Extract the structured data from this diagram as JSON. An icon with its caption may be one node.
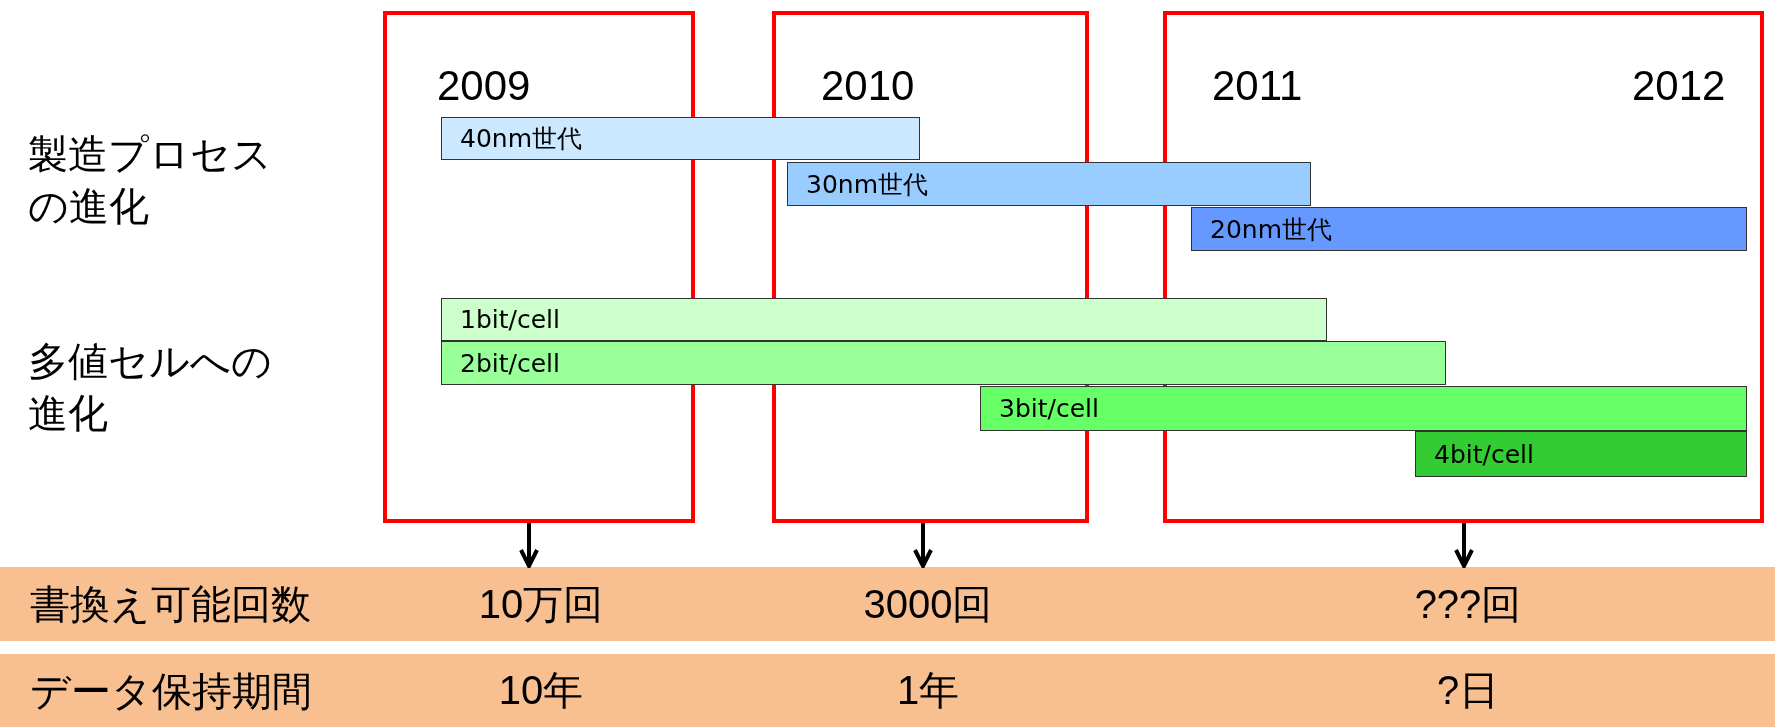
{
  "diagram": {
    "nodes": [
      {
        "text": [
          "2009"
        ]
      },
      {
        "text": [
          "2010"
        ]
      },
      {
        "text": [
          "2011",
          "2012"
        ]
      },
      {
        "text": [
          "40nm世代"
        ]
      },
      {
        "text": [
          "30nm世代"
        ]
      },
      {
        "text": [
          "20nm世代"
        ],
        "in": 2
      },
      {
        "text": [
          "1bit/cell"
        ]
      },
      {
        "text": [
          "2bit/cell"
        ]
      },
      {
        "text": [
          "3bit/cell"
        ]
      },
      {
        "text": [
          "4bit/cell"
        ],
        "in": 2
      },
      {
        "text": [
          "書換え可能回数"
        ]
      },
      {
        "text": [
          "10万回"
        ],
        "in": 10
      },
      {
        "text": [
          "3000回"
        ],
        "in": 10
      },
      {
        "text": [
          "???回"
        ],
        "in": 10
      },
      {
        "text": [
          "データ保持期間"
        ]
      },
      {
        "text": [
          "10年"
        ],
        "in": 14
      },
      {
        "text": [
          "1年"
        ],
        "in": 14
      },
      {
        "text": [
          "?日"
        ],
        "in": 14
      }
    ],
    "edges": [
      {
        "from": 0,
        "to": 11,
        "arrow": "to"
      },
      {
        "from": 1,
        "to": 12,
        "arrow": "to"
      },
      {
        "from": 2,
        "to": 13,
        "arrow": "to"
      }
    ],
    "labels": [
      "製造プロセスの進化",
      "多値セルへの進化"
    ]
  }
}
